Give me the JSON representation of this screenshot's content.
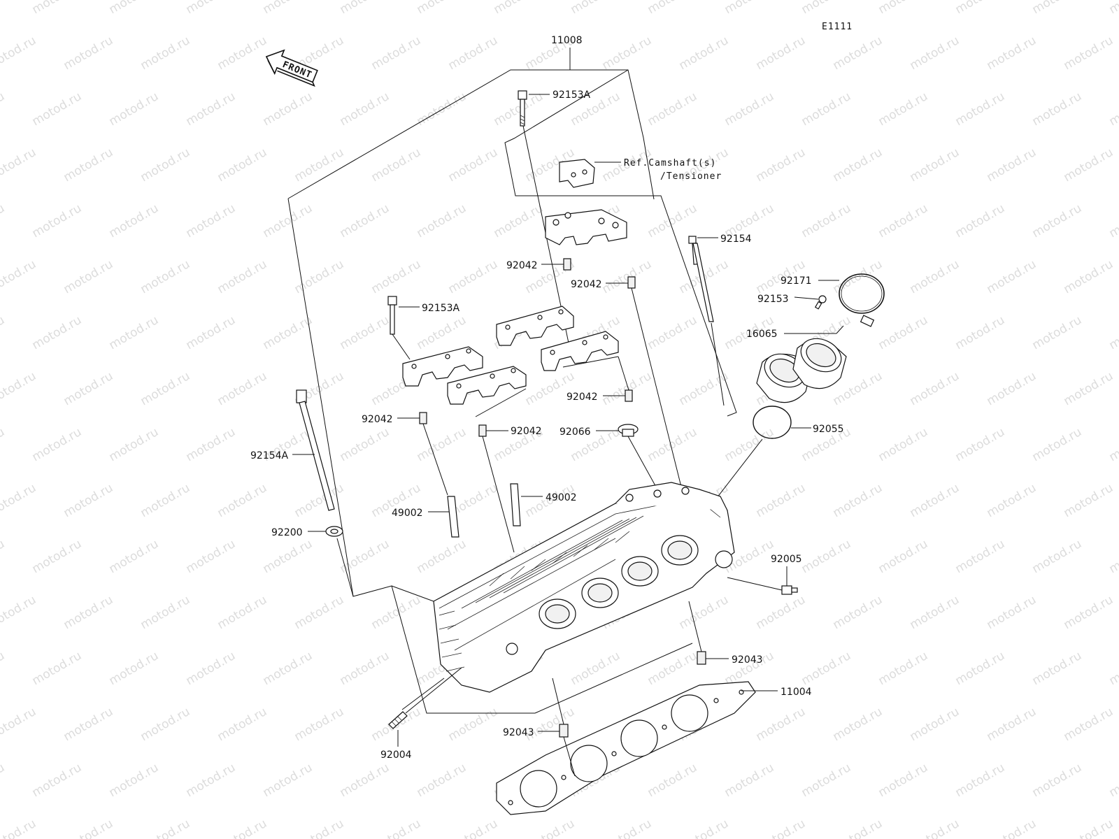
{
  "diagram_id": "E1111",
  "front_label": "FRONT",
  "ref_note": [
    "Ref.Camshaft(s)",
    "/Tensioner"
  ],
  "watermark": "motod.ru",
  "labels": {
    "p11008": "11008",
    "p92153A_top": "92153A",
    "p92154": "92154",
    "p92171": "92171",
    "p92153": "92153",
    "p16065": "16065",
    "p92042_a": "92042",
    "p92042_b": "92042",
    "p92153A_mid": "92153A",
    "p92042_c": "92042",
    "p92042_d": "92042",
    "p92042_e": "92042",
    "p92066": "92066",
    "p92055": "92055",
    "p92154A": "92154A",
    "p49002_a": "49002",
    "p49002_b": "49002",
    "p92200": "92200",
    "p92005": "92005",
    "p92043_a": "92043",
    "p11004": "11004",
    "p92043_b": "92043",
    "p92004": "92004"
  }
}
